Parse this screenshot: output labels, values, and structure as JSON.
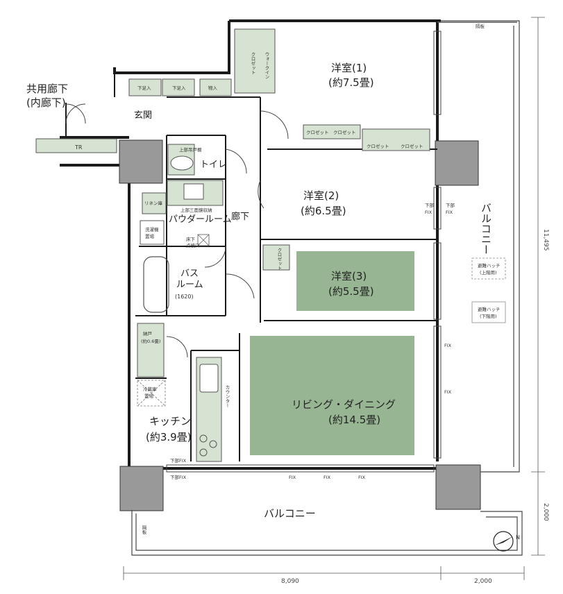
{
  "corridor": {
    "line1": "共用廊下",
    "line2": "(内廊下)"
  },
  "tr": "TR",
  "entrance": "玄関",
  "shoe_storage_1": "下足入",
  "shoe_storage_2": "下足入",
  "storage": "物入",
  "toilet": "トイレ",
  "toilet_shelf": "上部吊戸棚",
  "linen": "リネン庫",
  "powder_room": "パウダールーム",
  "powder_upper": "上部三面鏡収納",
  "washer": {
    "line1": "洗濯機",
    "line2": "置場"
  },
  "floor_access": {
    "line1": "床下",
    "line2": "点検口"
  },
  "bath": {
    "line1": "バス",
    "line2": "ルーム",
    "line3": "(1620)"
  },
  "hallway": "廊下",
  "pantry": {
    "line1": "納戸",
    "line2": "(約0.6畳)"
  },
  "fridge": {
    "line1": "冷蔵庫",
    "line2": "置場"
  },
  "kitchen": {
    "line1": "キッチン",
    "line2": "(約3.9畳)"
  },
  "counter": "カウンター",
  "walkin": "ウォークイン",
  "closet": "クロゼット",
  "bedroom1": {
    "line1": "洋室(1)",
    "line2": "(約7.5畳)"
  },
  "bedroom2": {
    "line1": "洋室(2)",
    "line2": "(約6.5畳)"
  },
  "bedroom3": {
    "line1": "洋室(3)",
    "line2": "(約5.5畳)"
  },
  "living": {
    "line1": "リビング・ダイニング",
    "line2": "(約14.5畳)"
  },
  "balcony_east": "バルコニー",
  "balcony_south": "バルコニー",
  "fix": "FIX",
  "lower_fix": "下部FIX",
  "lower": "下部",
  "hatch": {
    "line1": "避難ハッチ",
    "line2": "(上階用)",
    "line3": "避難ハッチ",
    "line4": "(下階用)"
  },
  "partition": "隔板",
  "dims": {
    "width_main": "8,090",
    "width_balcony": "2,000",
    "height_main": "11,495",
    "height_balcony": "2,000"
  },
  "compass": "N",
  "colors": {
    "room_fill": "#97b592",
    "storage_fill": "#d7e3d2",
    "wall": "#1a1a1a",
    "column": "#999999"
  }
}
